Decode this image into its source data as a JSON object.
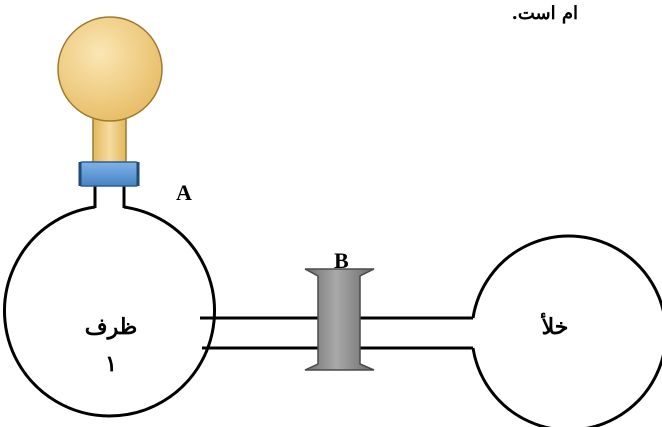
{
  "caption": "ام است.",
  "labels": {
    "valve_a": "A",
    "valve_b": "B"
  },
  "vessel_1": {
    "name": "ظرف",
    "number": "۱"
  },
  "vacuum_vessel": {
    "name": "خلأ"
  },
  "colors": {
    "outline": "#000000",
    "balloon_fill": "#f1cf86",
    "balloon_stroke": "#a07a2c",
    "clamp_fill": "#5b9bd5",
    "clamp_stroke": "#2e5f8f",
    "valve_fill": "#888888",
    "valve_stroke": "#4a4a4a"
  }
}
